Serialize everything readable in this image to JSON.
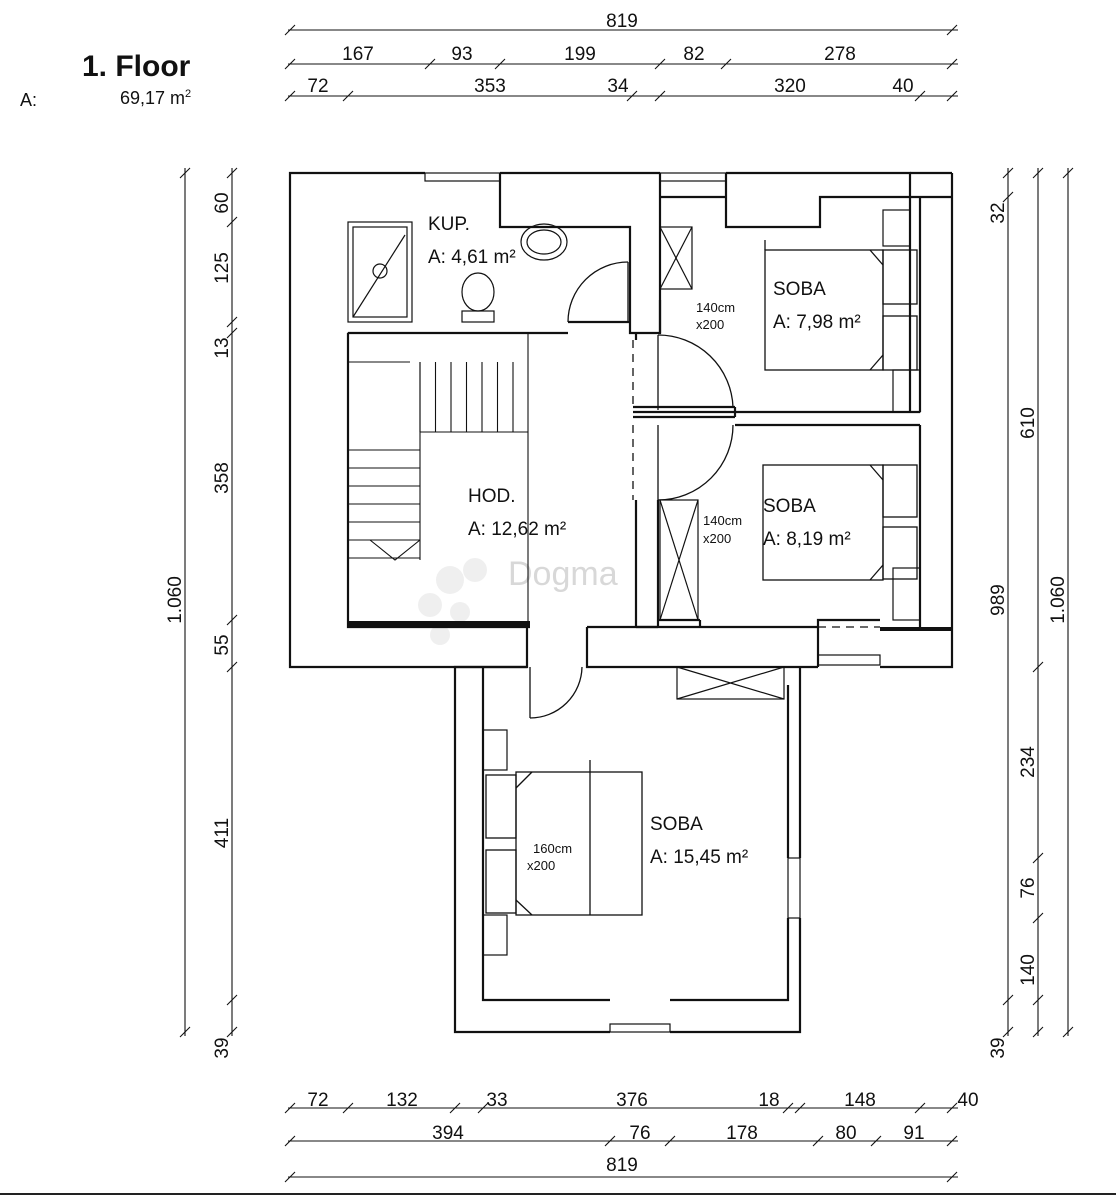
{
  "header": {
    "title": "1. Floor",
    "area_label": "A:",
    "area_value": "69,17 m",
    "area_sup": "2"
  },
  "watermark": "Dogma",
  "rooms": [
    {
      "id": "kup",
      "name": "KUP.",
      "area": "A: 4,61 m²"
    },
    {
      "id": "hod",
      "name": "HOD.",
      "area": "A: 12,62 m²"
    },
    {
      "id": "soba1",
      "name": "SOBA",
      "area": "A: 7,98 m²"
    },
    {
      "id": "soba2",
      "name": "SOBA",
      "area": "A: 8,19 m²"
    },
    {
      "id": "soba3",
      "name": "SOBA",
      "area": "A: 15,45 m²"
    }
  ],
  "beds": [
    {
      "w": "140cm",
      "h": "x200"
    },
    {
      "w": "140cm",
      "h": "x200"
    },
    {
      "w": "160cm",
      "h": "x200"
    }
  ],
  "dims": {
    "top_total": "819",
    "top_row1": [
      "167",
      "93",
      "199",
      "82",
      "278"
    ],
    "top_row2": [
      "72",
      "353",
      "34",
      "320",
      "40"
    ],
    "left_outer": "1.060",
    "left_inner": [
      "60",
      "125",
      "13",
      "358",
      "55",
      "411",
      "39"
    ],
    "right_a": [
      "32",
      "989",
      "39"
    ],
    "right_b": [
      "610",
      "234",
      "76",
      "140"
    ],
    "right_c": "1.060",
    "bottom_row1": [
      "72",
      "132",
      "33",
      "376",
      "18",
      "148",
      "40"
    ],
    "bottom_row2": [
      "394",
      "76",
      "178",
      "80",
      "91"
    ],
    "bottom_total": "819"
  }
}
